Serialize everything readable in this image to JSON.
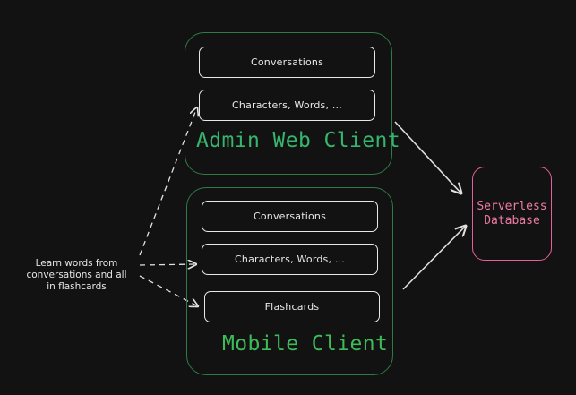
{
  "admin_client": {
    "title": "Admin Web Client",
    "items": [
      "Conversations",
      "Characters, Words, ..."
    ]
  },
  "mobile_client": {
    "title": "Mobile Client",
    "items": [
      "Conversations",
      "Characters, Words, ...",
      "Flashcards"
    ]
  },
  "database": {
    "label": "Serverless\nDatabase"
  },
  "annotation": {
    "text": "Learn words from\nconversations and all\nin flashcards"
  },
  "colors": {
    "group_border": "#2f7a45",
    "admin_title": "#36b56c",
    "mobile_title": "#3cbb58",
    "database": "#e7609a",
    "lines": "#e0e0e0",
    "background": "#121212"
  }
}
